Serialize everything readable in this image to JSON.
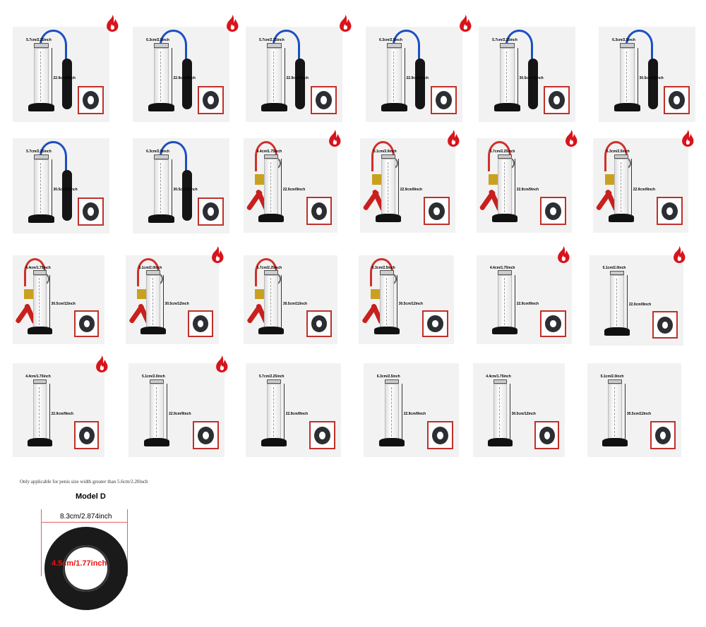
{
  "products": [
    {
      "type": "digital",
      "width": "5.7cm/2.25inch",
      "height": "22.9cm/9inch",
      "hot": true
    },
    {
      "type": "digital",
      "width": "6.3cm/2.5inch",
      "height": "22.9cm/9inch",
      "hot": true
    },
    {
      "type": "digital",
      "width": "5.7cm/2.25inch",
      "height": "22.9cm/9inch",
      "hot": true
    },
    {
      "type": "digital",
      "width": "6.3cm/2.5inch",
      "height": "22.9cm/9inch",
      "hot": true
    },
    {
      "type": "digital",
      "width": "5.7cm/2.25inch",
      "height": "30.5cm/12inch",
      "hot": false
    },
    {
      "type": "digital",
      "width": "6.3cm/2.5inch",
      "height": "30.5cm/12inch",
      "hot": false
    },
    {
      "type": "digital",
      "width": "5.7cm/2.25inch",
      "height": "30.5cm/12inch",
      "hot": false
    },
    {
      "type": "digital",
      "width": "6.3cm/2.5inch",
      "height": "30.5cm/12inch",
      "hot": false
    },
    {
      "type": "manual",
      "width": "4.4cm/1.75inch",
      "height": "22.9cm/9inch",
      "hot": true
    },
    {
      "type": "manual",
      "width": "5.1cm/2.0inch",
      "height": "22.9cm/9inch",
      "hot": true
    },
    {
      "type": "manual",
      "width": "5.7cm/2.25inch",
      "height": "22.9cm/9inch",
      "hot": true
    },
    {
      "type": "manual",
      "width": "6.3cm/2.5inch",
      "height": "22.9cm/9inch",
      "hot": true
    },
    {
      "type": "manual",
      "width": "4.4cm/1.75inch",
      "height": "30.5cm/12inch",
      "hot": false
    },
    {
      "type": "manual",
      "width": "5.1cm/2.0inch",
      "height": "30.5cm/12inch",
      "hot": true
    },
    {
      "type": "manual",
      "width": "5.7cm/2.25inch",
      "height": "30.5cm/12inch",
      "hot": false
    },
    {
      "type": "manual",
      "width": "6.3cm/2.5inch",
      "height": "30.5cm/12inch",
      "hot": false
    },
    {
      "type": "cylinder",
      "width": "4.4cm/1.75inch",
      "height": "22.9cm/9inch",
      "hot": true
    },
    {
      "type": "cylinder",
      "width": "5.1cm/2.0inch",
      "height": "22.9cm/9inch",
      "hot": true
    },
    {
      "type": "cylinder",
      "width": "4.4cm/1.75inch",
      "height": "22.9cm/9inch",
      "hot": true
    },
    {
      "type": "cylinder",
      "width": "5.1cm/2.0inch",
      "height": "22.9cm/9inch",
      "hot": true
    },
    {
      "type": "cylinder",
      "width": "5.7cm/2.25inch",
      "height": "22.9cm/9inch",
      "hot": false
    },
    {
      "type": "cylinder",
      "width": "6.3cm/2.5inch",
      "height": "22.9cm/9inch",
      "hot": false
    },
    {
      "type": "cylinder",
      "width": "4.4cm/1.75inch",
      "height": "30.5cm/12inch",
      "hot": false
    },
    {
      "type": "cylinder",
      "width": "5.1cm/2.0inch",
      "height": "30.5cm/12inch",
      "hot": false
    }
  ],
  "colors": {
    "hot": "#d8141b",
    "ring_frame": "#c0302a",
    "digital_hose": "#1b4fc4",
    "manual_hose": "#d0302a"
  },
  "note": "Only applicable for penis size width greater than 5.6cm/2.20inch",
  "model": {
    "name": "Model D",
    "outer": "8.3cm/2.874inch",
    "inner": "4.5cm/1.77inch"
  }
}
